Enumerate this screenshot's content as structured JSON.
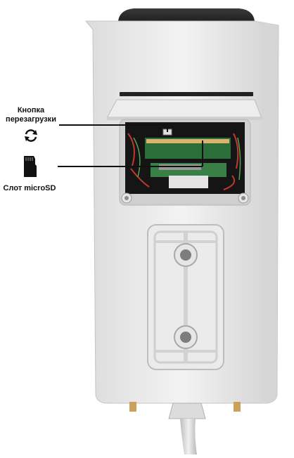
{
  "annotations": {
    "reboot_button_label_line1": "Кнопка",
    "reboot_button_label_line2": "перезагрузки",
    "microsd_slot_label": "Слот microSD"
  },
  "icons": {
    "reboot": "refresh-arrows-icon",
    "microsd": "microsd-card-icon"
  },
  "colors": {
    "housing": "#e9e9e9",
    "housing_shadow": "#cfcfcf",
    "top_cap": "#1b1b1b",
    "pcb": "#2b6e3a",
    "connector": "#d9b46a",
    "cable": "#d8d8d8",
    "leader_line": "#111111"
  }
}
